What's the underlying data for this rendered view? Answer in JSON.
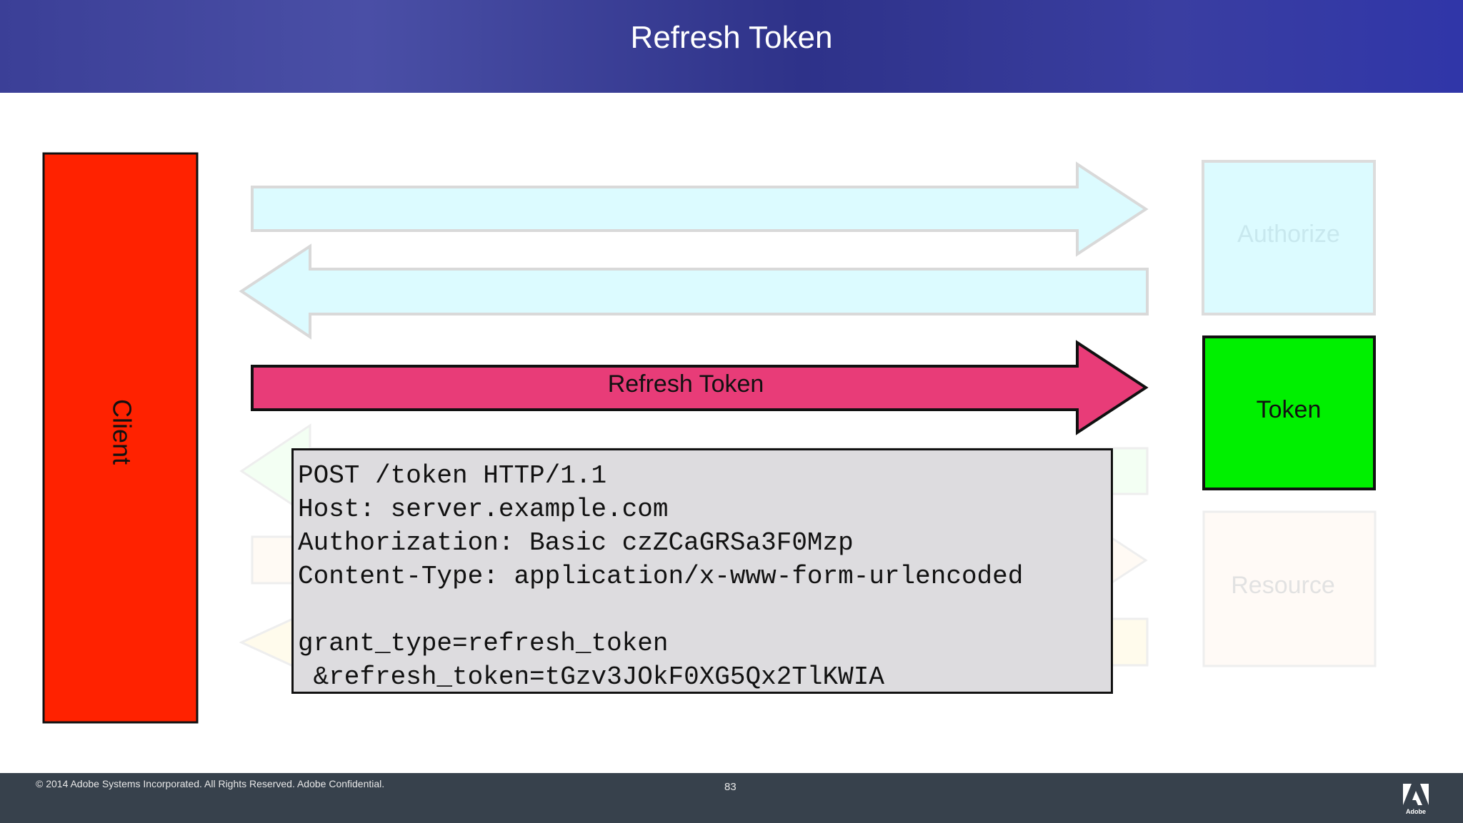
{
  "title": "Refresh Token",
  "client_label": "Client",
  "flow_arrow_label": "Refresh Token",
  "endpoints": {
    "authorize": "Authorize",
    "token": "Token",
    "resource": "Resource"
  },
  "request_lines": [
    "POST /token HTTP/1.1",
    "Host: server.example.com",
    "Authorization: Basic czZCaGRSa3F0Mzp",
    "Content-Type: application/x-www-form-urlencoded",
    "",
    "grant_type=refresh_token",
    " &refresh_token=tGzv3JOkF0XG5Qx2TlKWIA"
  ],
  "footer": {
    "copyright": "© 2014 Adobe Systems Incorporated.  All Rights Reserved.  Adobe Confidential.",
    "page_number": "83",
    "logo_text": "Adobe"
  },
  "colors": {
    "client": "#ff2200",
    "token": "#00f000",
    "active_arrow": "#e83c78",
    "faded_cyan": "#dcfbff",
    "code_bg": "#dddcdf"
  }
}
